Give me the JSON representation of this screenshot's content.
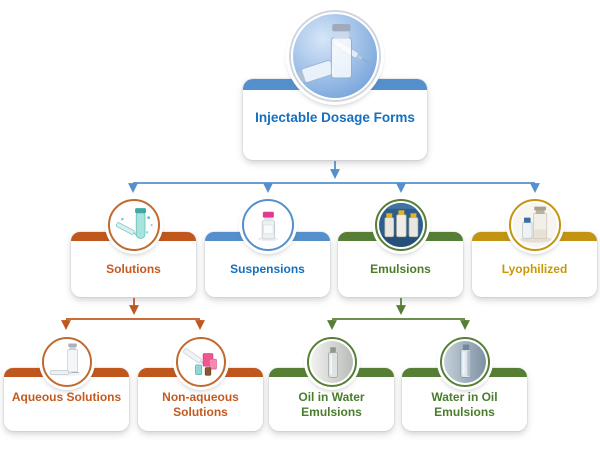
{
  "diagram": {
    "type": "hierarchy",
    "root": {
      "id": "injectable-dosage-forms",
      "label": "Injectable Dosage Forms",
      "accent_color": "#5590cd",
      "text_color": "#1470c0",
      "icon": "vials-and-syringe-photo"
    },
    "level2": [
      {
        "id": "solutions",
        "label": "Solutions",
        "accent_color": "#c0571d",
        "text_color": "#c45a1f",
        "icon": "teal-syringe-vial-photo",
        "parent": "injectable-dosage-forms"
      },
      {
        "id": "suspensions",
        "label": "Suspensions",
        "accent_color": "#5590cd",
        "text_color": "#1470c0",
        "icon": "pink-cap-vial-photo",
        "parent": "injectable-dosage-forms"
      },
      {
        "id": "emulsions",
        "label": "Emulsions",
        "accent_color": "#567f35",
        "text_color": "#4a7d2b",
        "icon": "bottle-filling-line-photo",
        "parent": "injectable-dosage-forms"
      },
      {
        "id": "lyophilized",
        "label": "Lyophilized",
        "accent_color": "#c29411",
        "text_color": "#c9980a",
        "icon": "freeze-dried-vials-photo",
        "parent": "injectable-dosage-forms"
      }
    ],
    "level3": [
      {
        "id": "aqueous-solutions",
        "label": "Aqueous Solutions",
        "accent_color": "#c0571d",
        "text_color": "#c45a1f",
        "icon": "vial-and-syringe-photo",
        "parent": "solutions"
      },
      {
        "id": "non-aqueous-solutions",
        "label": "Non-aqueous Solutions",
        "accent_color": "#c0571d",
        "text_color": "#c45a1f",
        "icon": "syringe-pink-vials-photo",
        "parent": "solutions"
      },
      {
        "id": "oil-in-water-emulsions",
        "label": "Oil in Water Emulsions",
        "accent_color": "#567f35",
        "text_color": "#4a7d2b",
        "icon": "steel-bottle-photo",
        "parent": "emulsions"
      },
      {
        "id": "water-in-oil-emulsions",
        "label": "Water in Oil Emulsions",
        "accent_color": "#567f35",
        "text_color": "#4a7d2b",
        "icon": "glass-bottle-photo",
        "parent": "emulsions"
      }
    ],
    "connector_colors": {
      "root_to_level2": "#5590cd",
      "solutions_to_children": "#c0571d",
      "emulsions_to_children": "#567f35"
    }
  }
}
